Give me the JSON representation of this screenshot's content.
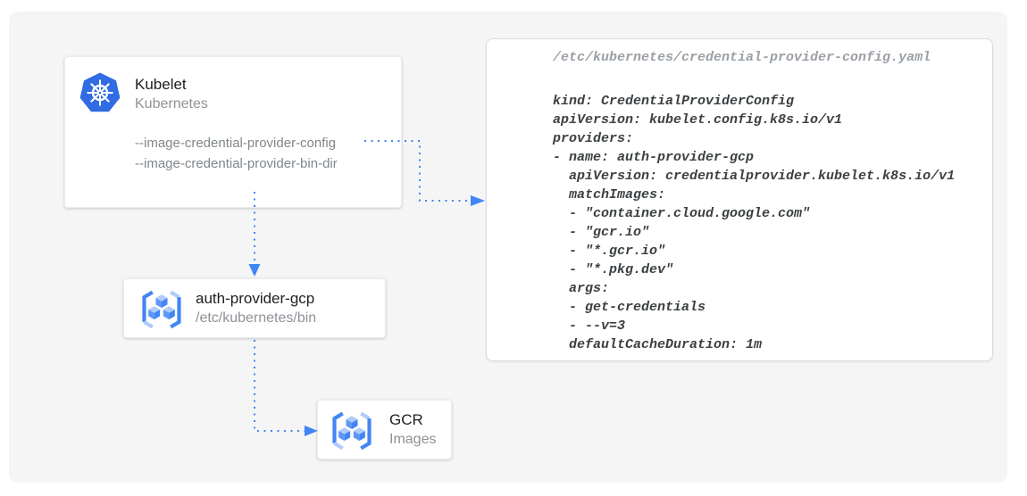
{
  "nodes": {
    "kubelet": {
      "title": "Kubelet",
      "subtitle": "Kubernetes",
      "flags": [
        "--image-credential-provider-config",
        "--image-credential-provider-bin-dir"
      ]
    },
    "auth_provider": {
      "title": "auth-provider-gcp",
      "subtitle": "/etc/kubernetes/bin"
    },
    "gcr": {
      "title": "GCR",
      "subtitle": "Images"
    }
  },
  "config_panel": {
    "file_path": "/etc/kubernetes/credential-provider-config.yaml",
    "yaml_lines": [
      "kind: CredentialProviderConfig",
      "apiVersion: kubelet.config.k8s.io/v1",
      "providers:",
      "- name: auth-provider-gcp",
      "  apiVersion: credentialprovider.kubelet.k8s.io/v1",
      "  matchImages:",
      "  - \"container.cloud.google.com\"",
      "  - \"gcr.io\"",
      "  - \"*.gcr.io\"",
      "  - \"*.pkg.dev\"",
      "  args:",
      "  - get-credentials",
      "  - --v=3",
      "  defaultCacheDuration: 1m"
    ]
  },
  "icons": {
    "kubelet": "kubernetes-helm-icon",
    "auth_provider": "gcr-registry-icon",
    "gcr": "gcr-registry-icon"
  },
  "colors": {
    "arrow_blue": "#4285F4",
    "kubernetes_blue": "#326CE5",
    "registry_light_blue": "#AECBFA",
    "registry_mid_blue": "#5E97F6",
    "canvas_background": "#F5F5F5",
    "title_text": "#202124",
    "subtitle_text": "#80868B",
    "code_text": "#3C4043",
    "code_header_text": "#9AA0A6"
  }
}
